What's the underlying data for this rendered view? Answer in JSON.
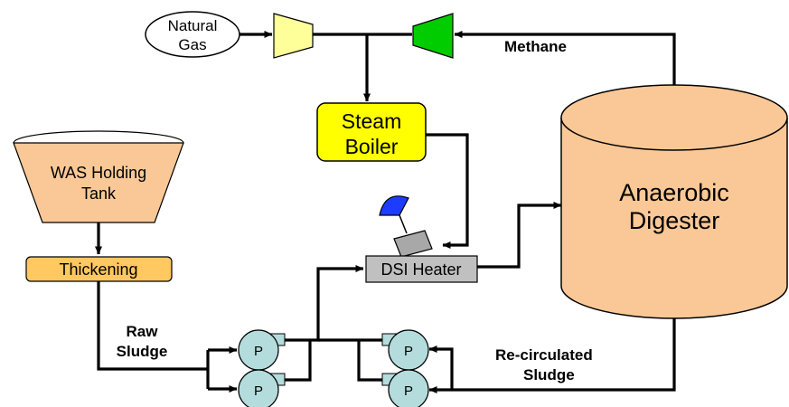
{
  "diagram": {
    "nodes": {
      "natural_gas": {
        "line1": "Natural",
        "line2": "Gas",
        "fill": "#ffffff"
      },
      "compressor_gas": {
        "fill": "#ffff99"
      },
      "compressor_methane": {
        "fill": "#00cc00"
      },
      "steam_boiler": {
        "line1": "Steam",
        "line2": "Boiler",
        "fill": "#ffff00"
      },
      "was_tank": {
        "line1": "WAS Holding",
        "line2": "Tank",
        "fill": "#fac896"
      },
      "thickening": {
        "label": "Thickening",
        "fill": "#ffc860"
      },
      "dsi_heater": {
        "label": "DSI Heater",
        "fill": "#c0c0c0"
      },
      "valve_actuator": {
        "fill": "#1e3cff"
      },
      "digester": {
        "line1": "Anaerobic",
        "line2": "Digester",
        "fill": "#fac896"
      },
      "pumps": {
        "label": "P",
        "fill": "#b4dcdc",
        "count": 4
      }
    },
    "flow_labels": {
      "methane": "Methane",
      "raw_sludge": {
        "line1": "Raw",
        "line2": "Sludge"
      },
      "recirculated_sludge": {
        "line1": "Re-circulated",
        "line2": "Sludge"
      }
    }
  }
}
